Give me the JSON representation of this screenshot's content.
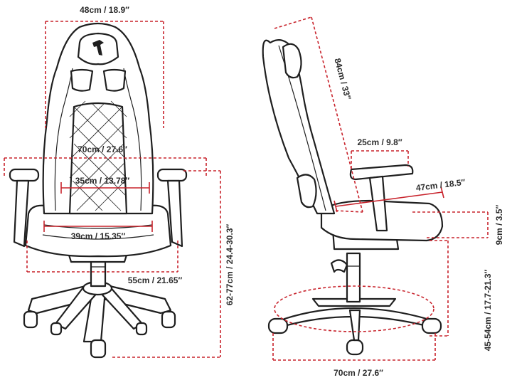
{
  "front_view": {
    "top_width": "48cm / 18.9″",
    "armrest_width": "70cm / 27.6″",
    "backrest_width": "35cm / 13.78″",
    "seat_width": "39cm / 15.35″",
    "base_width": "55cm / 21.65″",
    "total_height": "62-77cm / 24.4-30.3″"
  },
  "side_view": {
    "backrest_height": "84cm / 33″",
    "armrest_depth": "25cm / 9.8″",
    "seat_depth": "47cm / 18.5″",
    "armrest_adjust": "9cm / 3.5″",
    "seat_height": "45-54cm / 17.7-21.3″",
    "base_diameter": "70cm / 27.6″"
  },
  "colors": {
    "dimension_line": "#c8232c",
    "outline": "#1f1f1f",
    "label": "#2b2b2b"
  },
  "icons": [
    "arozzi-logo-icon"
  ]
}
